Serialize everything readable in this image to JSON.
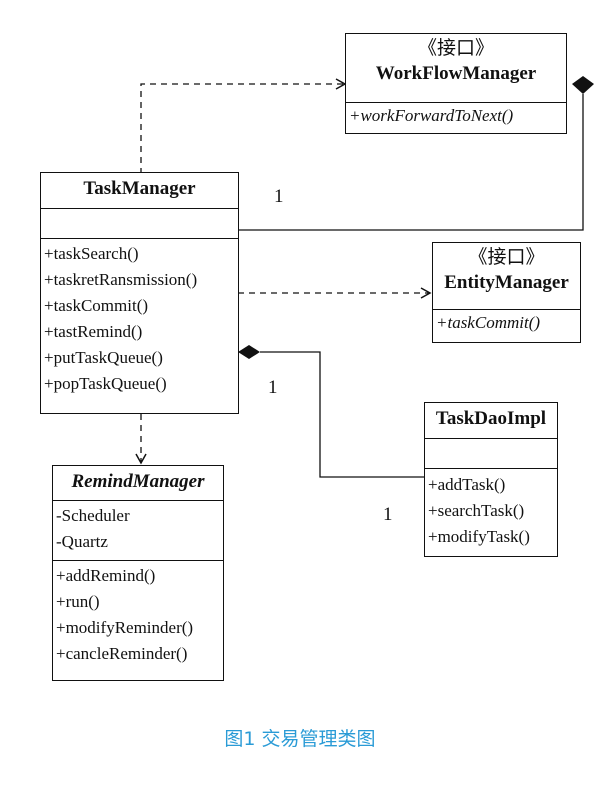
{
  "classes": {
    "workflow_manager": {
      "stereotype": "《接口》",
      "name": "WorkFlowManager",
      "operations": [
        "+workForwardToNext()"
      ]
    },
    "task_manager": {
      "name": "TaskManager",
      "operations": [
        "+taskSearch()",
        "+taskretRansmission()",
        "+taskCommit()",
        "+tastRemind()",
        "+putTaskQueue()",
        "+popTaskQueue()"
      ]
    },
    "entity_manager": {
      "stereotype": "《接口》",
      "name": "EntityManager",
      "operations": [
        "+taskCommit()"
      ]
    },
    "remind_manager": {
      "name": "RemindManager",
      "attributes": [
        "-Scheduler",
        "-Quartz"
      ],
      "operations": [
        "+addRemind()",
        "+run()",
        "+modifyReminder()",
        "+cancleReminder()"
      ]
    },
    "task_dao_impl": {
      "name": "TaskDaoImpl",
      "operations": [
        "+addTask()",
        "+searchTask()",
        "+modifyTask()"
      ]
    }
  },
  "multiplicities": {
    "taskmanager_workflow": "1",
    "taskmanager_taskdao_near": "1",
    "taskmanager_taskdao_far": "1"
  },
  "caption": "图1 交易管理类图"
}
